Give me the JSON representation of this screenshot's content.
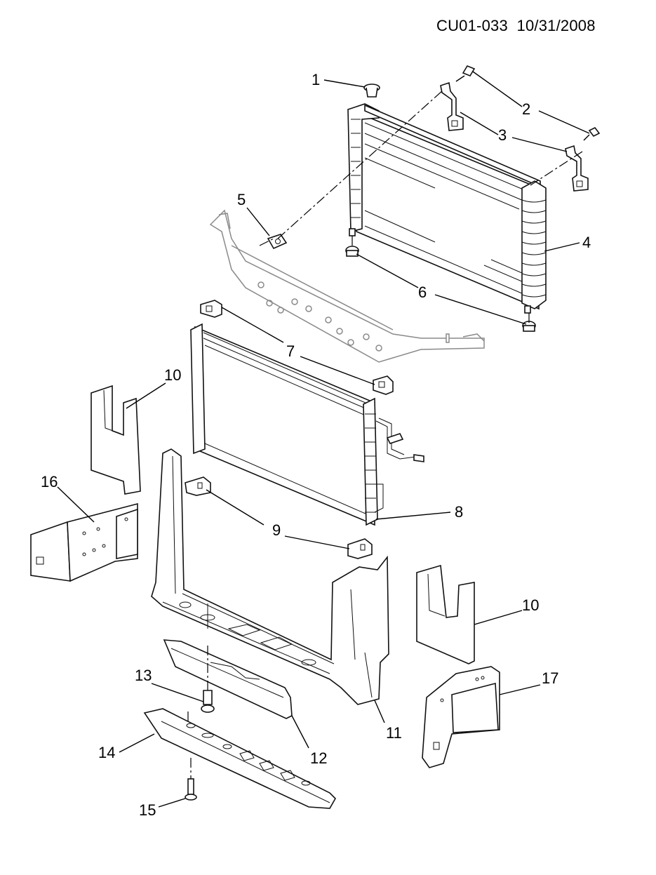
{
  "header": {
    "doc_id": "CU01-033",
    "date": "10/31/2008"
  },
  "callouts": [
    "1",
    "2",
    "3",
    "4",
    "5",
    "6",
    "7",
    "8",
    "9",
    "10",
    "11",
    "12",
    "13",
    "14",
    "15",
    "16",
    "17"
  ]
}
